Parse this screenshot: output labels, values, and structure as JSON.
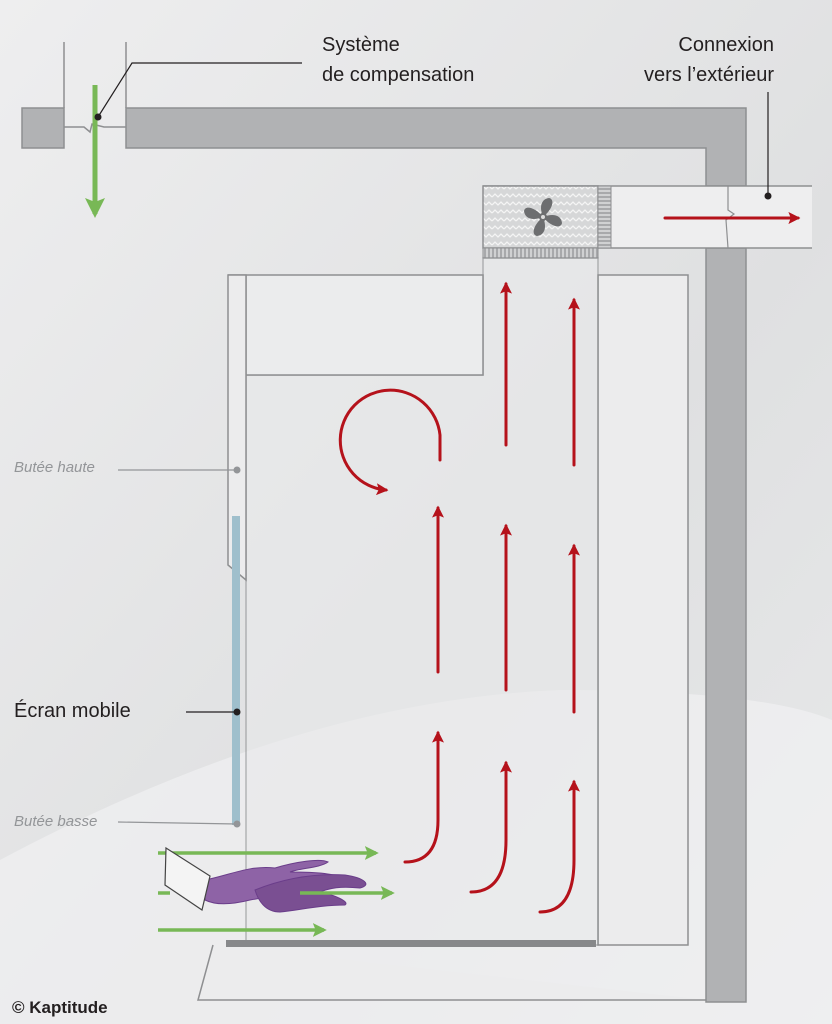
{
  "labels": {
    "compensation_line1": "Système",
    "compensation_line2": "de compensation",
    "exterior_line1": "Connexion",
    "exterior_line2": "vers l’extérieur",
    "stop_high": "Butée haute",
    "sash": "Écran mobile",
    "stop_low": "Butée basse"
  },
  "copyright": "© Kaptitude",
  "colors": {
    "extract_air": "#b5121b",
    "fresh_air": "#78b856",
    "wall": "#b1b2b4",
    "sash_glass": "#9fbfcc",
    "hand": "#8a5aa0"
  }
}
